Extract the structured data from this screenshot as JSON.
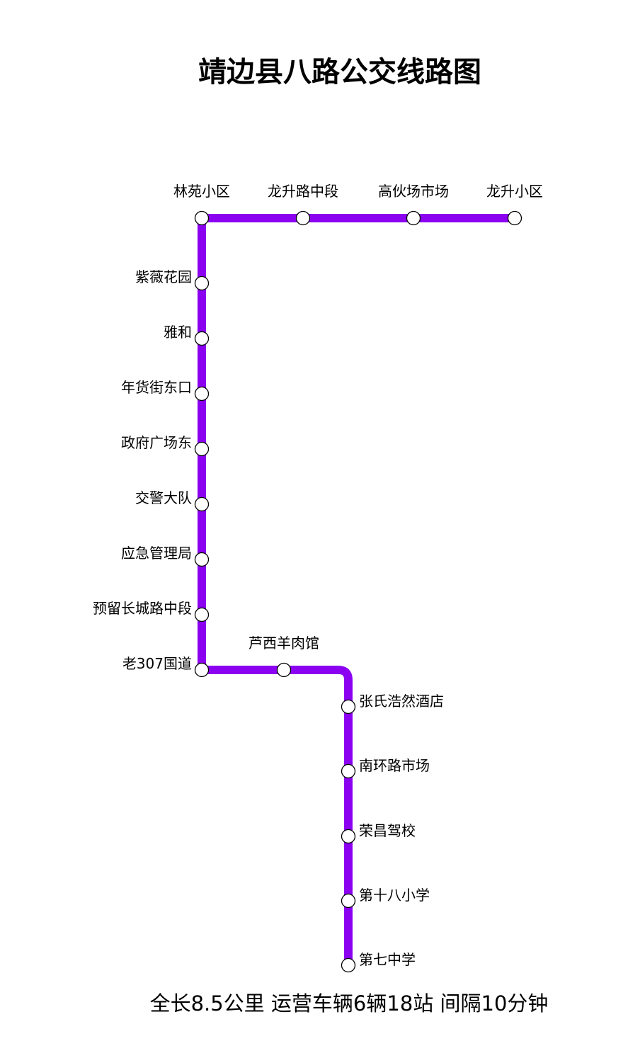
{
  "title": "靖边县八路公交线路图",
  "line_color": "#8B00F0",
  "stop_fill": "#ffffff",
  "stop_stroke": "#000000",
  "stations": [
    {
      "name": "龙升小区"
    },
    {
      "name": "高伙场市场"
    },
    {
      "name": "龙升路中段"
    },
    {
      "name": "林苑小区"
    },
    {
      "name": "紫薇花园"
    },
    {
      "name": "雅和"
    },
    {
      "name": "年货街东口"
    },
    {
      "name": "政府广场东"
    },
    {
      "name": "交警大队"
    },
    {
      "name": "应急管理局"
    },
    {
      "name": "预留长城路中段"
    },
    {
      "name": "老307国道"
    },
    {
      "name": "芦西羊肉馆"
    },
    {
      "name": "张氏浩然酒店"
    },
    {
      "name": "南环路市场"
    },
    {
      "name": "荣昌驾校"
    },
    {
      "name": "第十八小学"
    },
    {
      "name": "第七中学"
    }
  ],
  "footer": "全长8.5公里 运营车辆6辆18站 间隔10分钟"
}
